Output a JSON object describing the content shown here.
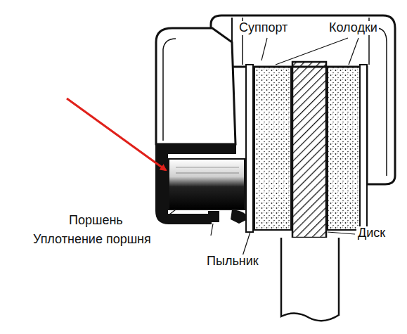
{
  "diagram": {
    "labels": [
      "Суппорт",
      "Колодки",
      "Поршень",
      "Уплотнение поршня",
      "Пыльник",
      "Диск"
    ]
  }
}
